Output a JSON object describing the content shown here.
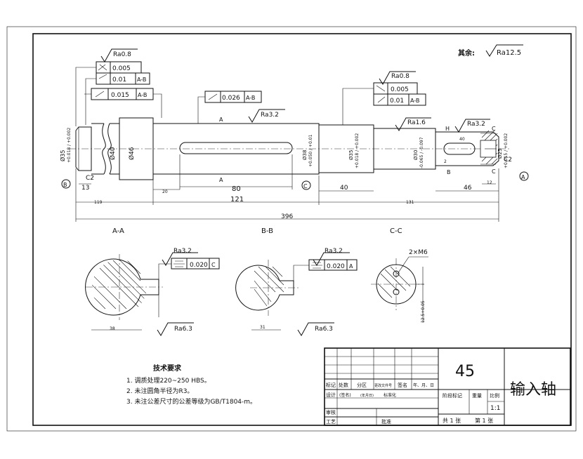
{
  "surface": {
    "rest_label": "其余:",
    "rest_ra": "Ra12.5",
    "ra08_a": "Ra0.8",
    "ra08_b": "Ra0.8",
    "ra32_a": "Ra3.2",
    "ra16": "Ra1.6",
    "ra32_b": "Ra3.2",
    "ra32_aa": "Ra3.2",
    "ra32_bb": "Ra3.2",
    "ra63_aa": "Ra6.3",
    "ra63_bb": "Ra6.3"
  },
  "tolerances": {
    "left_cyl": "0.005",
    "left_runout": "0.01",
    "left_runout_ref": "A-B",
    "shoulder_runout": "0.015",
    "shoulder_ref": "A-B",
    "mid_runout": "0.026",
    "mid_ref": "A-B",
    "right_cyl": "0.005",
    "right_runout": "0.01",
    "right_runout_ref": "A-B",
    "aa_sym": "0.020",
    "aa_ref": "C",
    "bb_sym": "0.020",
    "bb_ref": "A"
  },
  "dims": {
    "d_left": "Ø35",
    "d_left_tol": "+0.018 / +0.002",
    "d40": "Ø40",
    "d46": "Ø46",
    "d38": "Ø38",
    "d38_tol": "+0.050 / +0.01",
    "d35r": "Ø35",
    "d35r_tol": "+0.018 / +0.002",
    "d30": "Ø30",
    "d30_tol": "-0.065 / -0.097",
    "d25": "Ø25",
    "d25_tol": "+0.015 / +0.002",
    "c2_left": "C2",
    "c2_right": "C2",
    "l13": "13",
    "l20": "20",
    "l80": "80",
    "l40": "40",
    "l46": "46",
    "l12": "12",
    "l2": "2",
    "l119": "119",
    "l121": "121",
    "l131": "131",
    "l396": "396",
    "l40_key": "40"
  },
  "sections": {
    "aa": "A-A",
    "bb": "B-B",
    "cc": "C-C",
    "holes": "2×M6",
    "aa_w": "38",
    "bb_w": "31",
    "cc_dim": "12.5+0.05"
  },
  "markers": {
    "a": "A",
    "b": "B",
    "c": "C",
    "a_circle": "A",
    "b_circle": "B",
    "c_circle": "C",
    "h": "H",
    "b_r": "B",
    "c_r": "C"
  },
  "notes": {
    "title": "技术要求",
    "items": [
      "1. 调质处理220~250 HBS。",
      "2. 未注圆角半径为R3。",
      "3. 未注公差尺寸的公差等级为GB/T1804-m。"
    ]
  },
  "title_block": {
    "material": "45",
    "name": "输入轴",
    "row_labels": [
      "标记",
      "处数",
      "分区",
      "更改文件号",
      "签名",
      "年、月、日"
    ],
    "row2": [
      "设计",
      "(签名)",
      "(年月日)",
      "标准化"
    ],
    "stage": "阶段标记",
    "weight": "重量",
    "scale_label": "比例",
    "scale": "1:1",
    "check": "审核",
    "process": "工艺",
    "approve": "批准",
    "sheets_total": "共 1 张",
    "sheet_no": "第 1 张"
  }
}
